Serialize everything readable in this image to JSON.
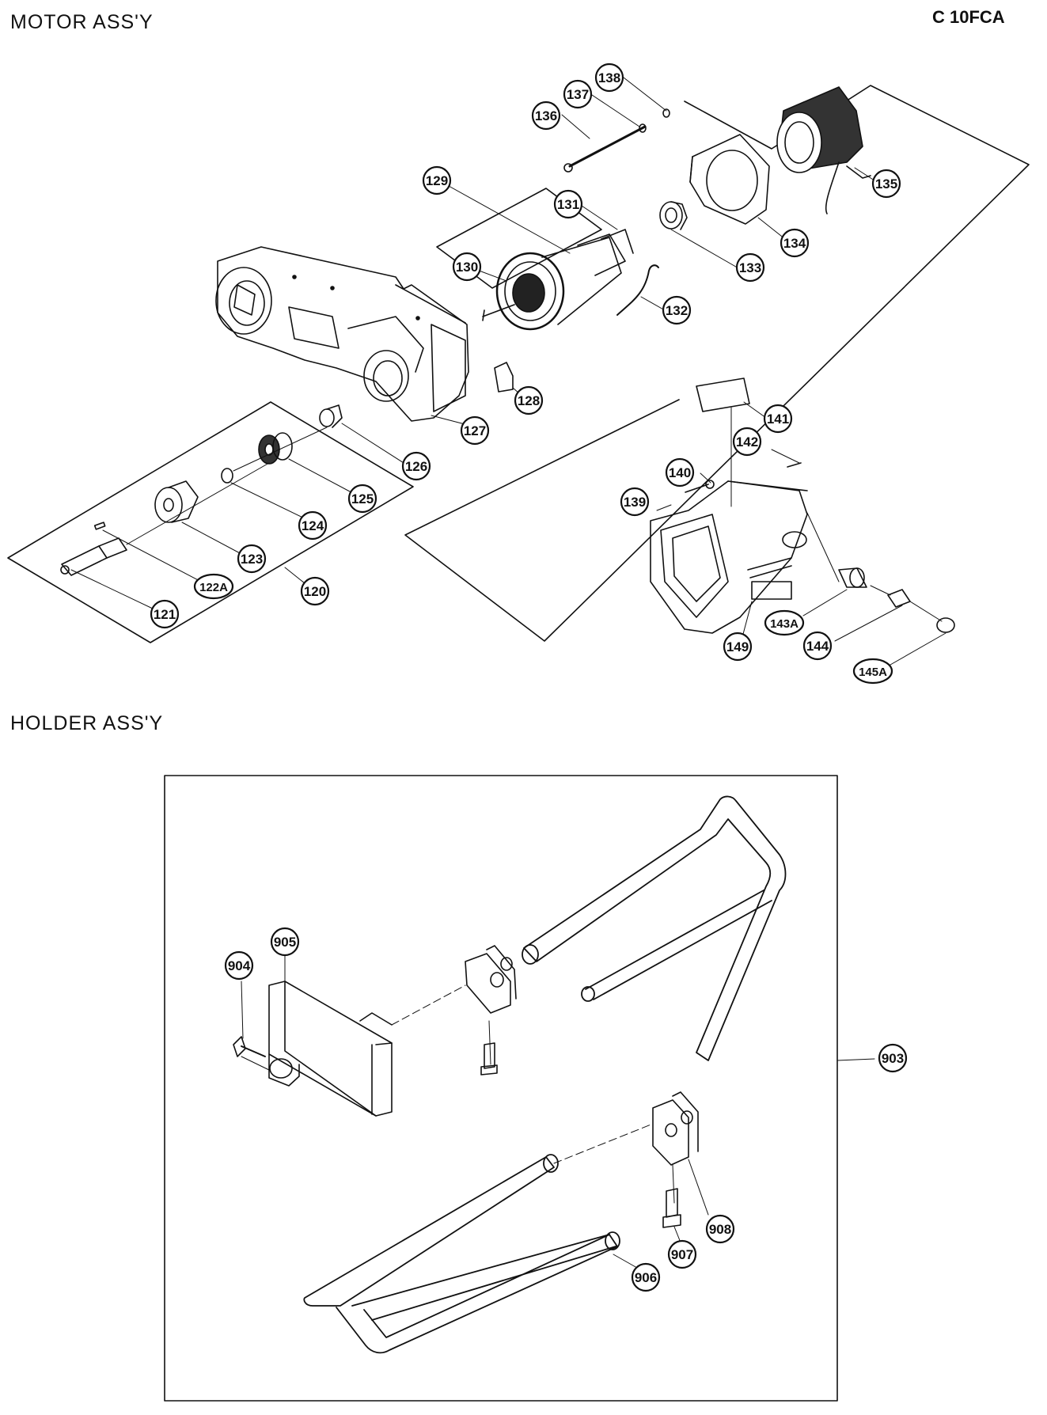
{
  "header": {
    "section1_title": "MOTOR  ASS'Y",
    "model": "C 10FCA",
    "section2_title": "HOLDER  ASS'Y"
  },
  "motor_callouts": [
    "120",
    "121",
    "122A",
    "123",
    "124",
    "125",
    "126",
    "127",
    "128",
    "129",
    "130",
    "131",
    "132",
    "133",
    "134",
    "135",
    "136",
    "137",
    "138",
    "139",
    "140",
    "141",
    "142",
    "143A",
    "144",
    "145A",
    "149"
  ],
  "holder_callouts": [
    "903",
    "904",
    "905",
    "906",
    "907",
    "908"
  ],
  "colors": {
    "line": "#111111",
    "background": "#ffffff",
    "callout_fill": "#ffffff"
  }
}
